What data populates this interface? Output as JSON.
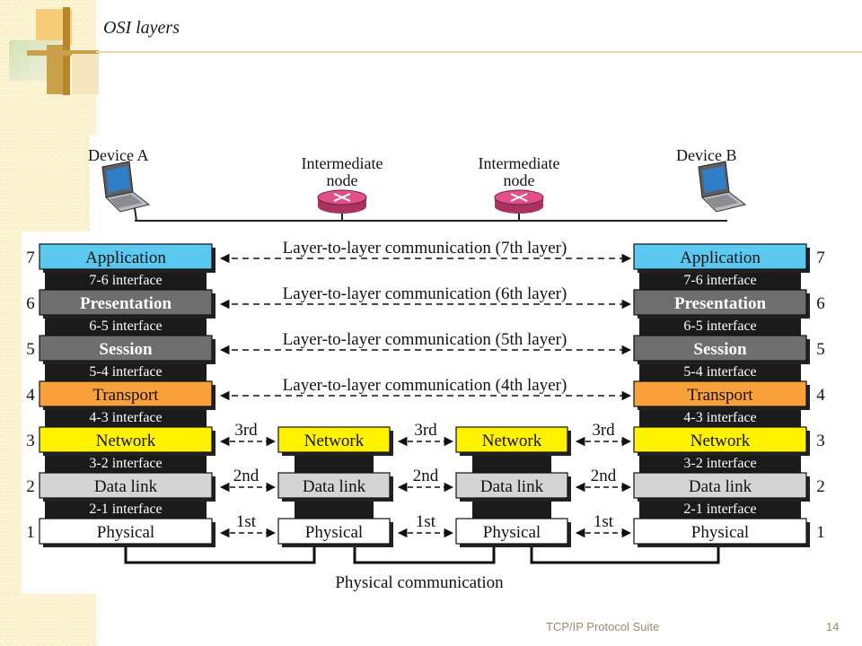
{
  "slide": {
    "title": "OSI layers",
    "footer_text": "TCP/IP Protocol Suite",
    "page_number": "14"
  },
  "devices": {
    "device_a": "Device A",
    "device_b": "Device B",
    "intermediate_1": [
      "Intermediate",
      "node"
    ],
    "intermediate_2": [
      "Intermediate",
      "node"
    ]
  },
  "layer_numbers": [
    "7",
    "6",
    "5",
    "4",
    "3",
    "2",
    "1"
  ],
  "end_layers": [
    {
      "name": "Application",
      "color": "#5bc8f0",
      "text_color": "#111111",
      "bold": false
    },
    {
      "name": "Presentation",
      "color": "#6e6e6e",
      "text_color": "#ffffff",
      "bold": true
    },
    {
      "name": "Session",
      "color": "#6e6e6e",
      "text_color": "#ffffff",
      "bold": true
    },
    {
      "name": "Transport",
      "color": "#f9a23b",
      "text_color": "#111111",
      "bold": false
    },
    {
      "name": "Network",
      "color": "#fff200",
      "text_color": "#111111",
      "bold": false
    },
    {
      "name": "Data link",
      "color": "#d4d4d4",
      "text_color": "#111111",
      "bold": false
    },
    {
      "name": "Physical",
      "color": "#ffffff",
      "text_color": "#111111",
      "bold": false
    }
  ],
  "interfaces": [
    "7-6 interface",
    "6-5 interface",
    "5-4 interface",
    "4-3 interface",
    "3-2 interface",
    "2-1 interface"
  ],
  "intermediate_layers": [
    {
      "name": "Network",
      "color": "#fff200"
    },
    {
      "name": "Data link",
      "color": "#d4d4d4"
    },
    {
      "name": "Physical",
      "color": "#ffffff"
    }
  ],
  "peer_labels": [
    "Layer-to-layer communication (7th layer)",
    "Layer-to-layer communication (6th layer)",
    "Layer-to-layer communication (5th layer)",
    "Layer-to-layer communication (4th layer)"
  ],
  "hop_labels": [
    "3rd",
    "2nd",
    "1st"
  ],
  "physical_label": "Physical communication",
  "colors": {
    "frame_bg": "#fff6dc",
    "frame_pattern": "#efdfa8",
    "gold": "#c9a14a",
    "router": "#d94b7e"
  }
}
